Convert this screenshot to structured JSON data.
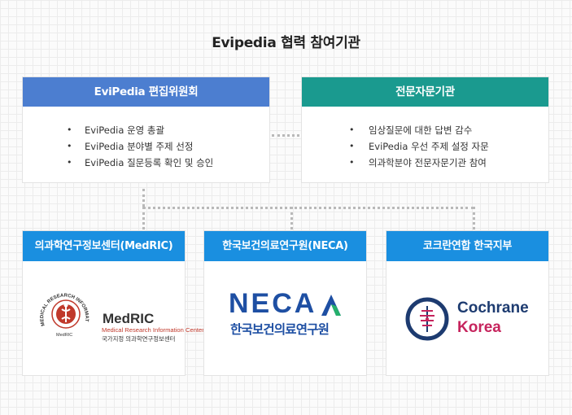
{
  "title": "Evipedia 협력 참여기관",
  "evipedia_board": {
    "header": "EviPedia 편집위원회",
    "items": [
      "EviPedia 운영 총괄",
      "EviPedia 분야별 주제 선정",
      "EviPedia 질문등록 확인 및 승인"
    ]
  },
  "advisory": {
    "header": "전문자문기관",
    "items": [
      "임상질문에 대한 답변 감수",
      "EviPedia 우선 주제 설정 자문",
      "의과학분야 전문자문기관 참여"
    ]
  },
  "institutions": [
    {
      "header": "의과학연구정보센터(MedRIC)",
      "logo": {
        "name": "MedRIC",
        "subtitle": "Medical Research Information Center",
        "korean": "국가지정 의과학연구정보센터",
        "ring_text": "MEDICAL RESEARCH INFORMATION CENTER",
        "ring_bottom": "MedRIC"
      }
    },
    {
      "header": "한국보건의료연구원(NECA)",
      "logo": {
        "name": "NECA",
        "korean": "한국보건의료연구원"
      }
    },
    {
      "header": "코크란연합 한국지부",
      "logo": {
        "name": "Cochrane",
        "sub": "Korea"
      }
    }
  ],
  "colors": {
    "evipedia_header": "#4c7ed0",
    "advisory_header": "#1a9a8f",
    "institution_header": "#1a8fe0",
    "connector": "#b9b9b9"
  }
}
